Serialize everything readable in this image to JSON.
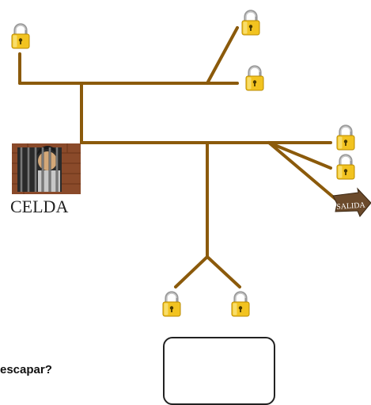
{
  "diagram": {
    "cell_label": "CELDA",
    "exit_label": "SALIDA",
    "question_text": "escapar?",
    "answer_box_value": "",
    "path_color": "#8B5A0B",
    "lock_icon": "padlock-icon",
    "lock_count": 7,
    "lock_color": "#F2C320",
    "cell_icon": "prisoner-behind-bars-icon"
  }
}
